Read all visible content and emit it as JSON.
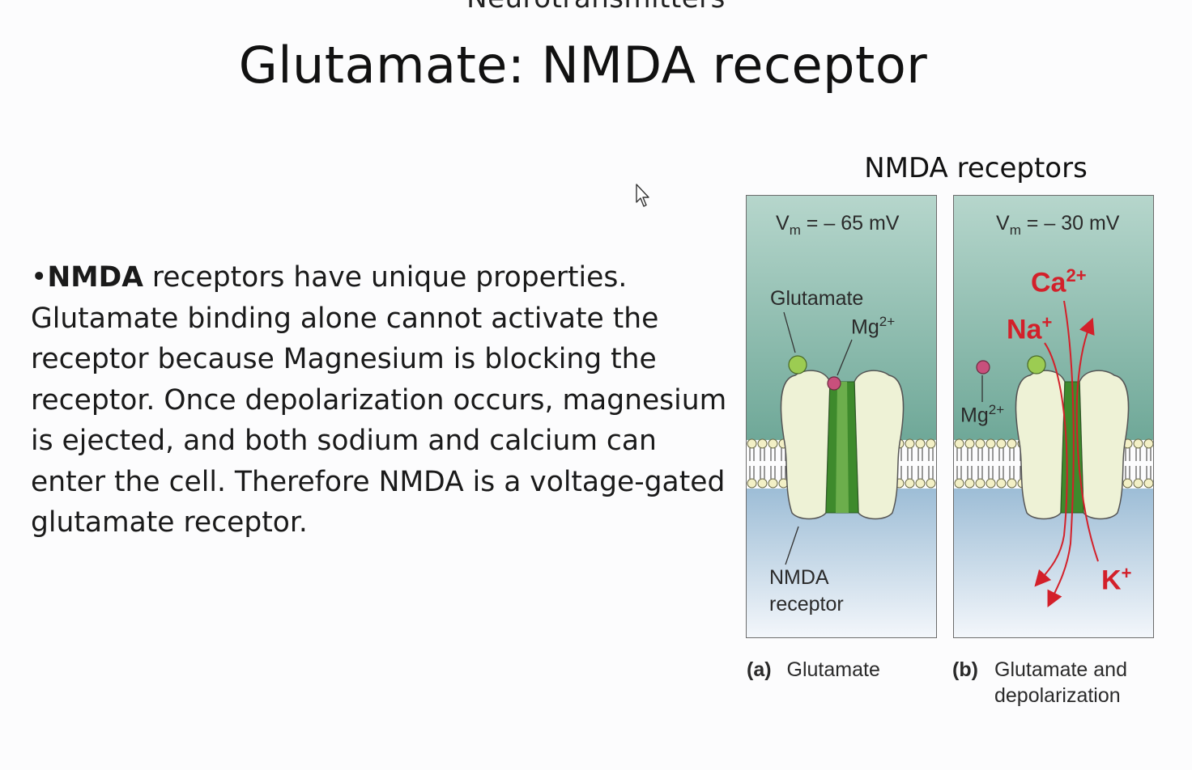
{
  "slide": {
    "header": "Neurotransmitters",
    "title": "Glutamate: NMDA receptor",
    "bullet": "•",
    "body_bold": "NMDA",
    "body_text": " receptors have unique properties. Glutamate binding alone cannot activate the receptor because Magnesium is blocking the receptor.  Once depolarization occurs, magnesium is ejected, and both sodium and calcium can enter the cell.  Therefore NMDA is a voltage-gated glutamate receptor."
  },
  "figure": {
    "title": "NMDA receptors",
    "panel_a": {
      "vm_symbol": "V",
      "vm_sub": "m",
      "vm_value": " = – 65 mV",
      "glutamate_label": "Glutamate",
      "mg_label": "Mg",
      "mg_charge": "2+",
      "receptor_label_1": "NMDA",
      "receptor_label_2": "receptor",
      "caption_letter": "(a)",
      "caption_text": "Glutamate"
    },
    "panel_b": {
      "vm_symbol": "V",
      "vm_sub": "m",
      "vm_value": " = – 30 mV",
      "ca_label": "Ca",
      "ca_charge": "2+",
      "na_label": "Na",
      "na_charge": "+",
      "k_label": "K",
      "k_charge": "+",
      "mg_label": "Mg",
      "mg_charge": "2+",
      "caption_letter": "(b)",
      "caption_text_1": "Glutamate and",
      "caption_text_2": "depolarization"
    },
    "colors": {
      "extracellular_top": "#a9cec4",
      "extracellular_mid": "#72aa9c",
      "intracellular_top": "#9fc0d8",
      "intracellular_bottom": "#f3f6fb",
      "receptor_fill": "#eef2d6",
      "channel_green": "#3e8a2c",
      "glutamate_ball": "#9ccc52",
      "magnesium_ball": "#c8507c",
      "ion_arrow": "#d3202a"
    }
  }
}
